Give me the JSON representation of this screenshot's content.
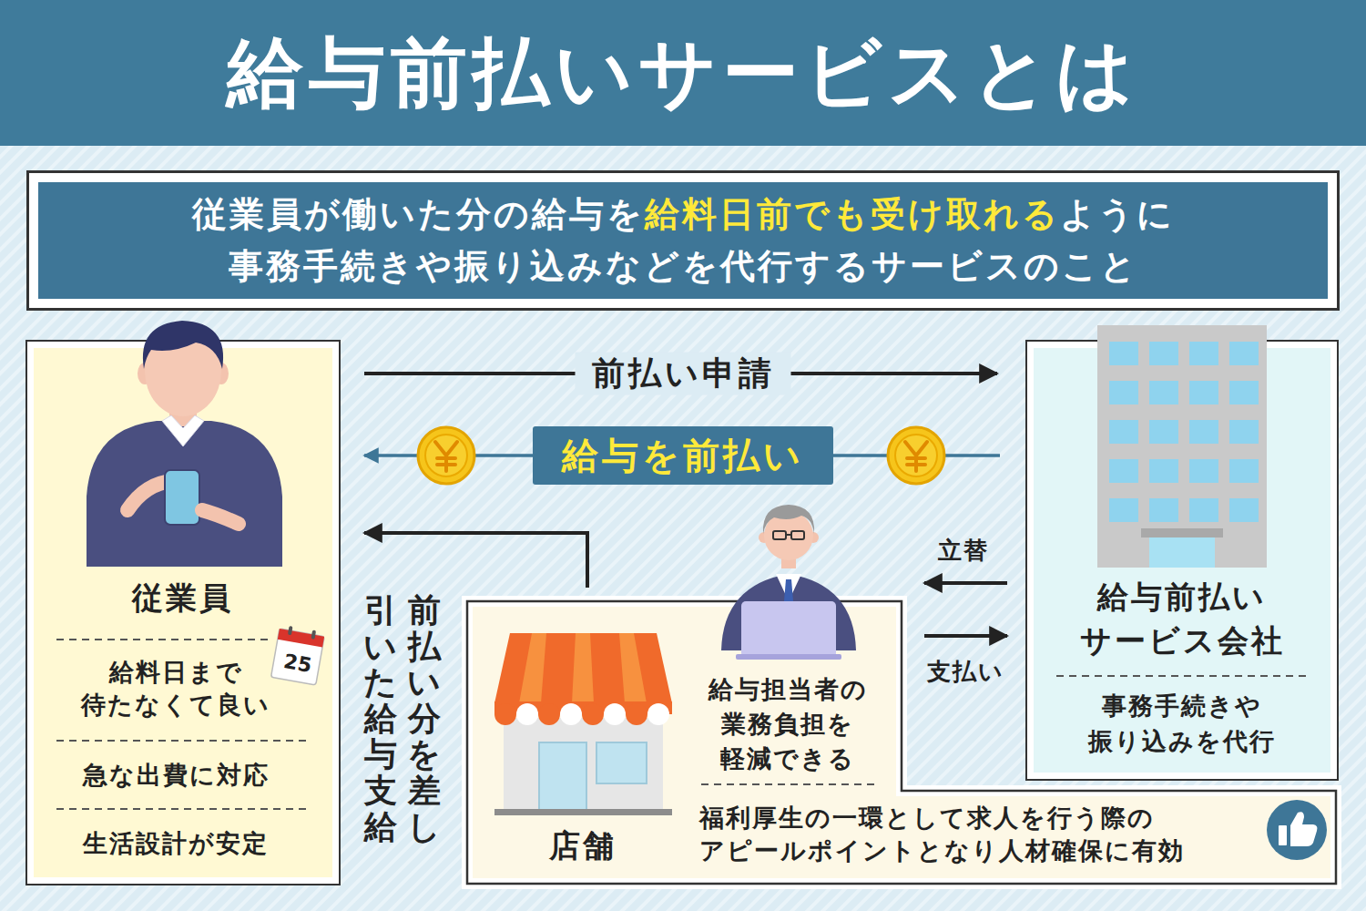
{
  "diagram": {
    "title": "給与前払いサービスとは",
    "nodes": [
      {
        "text": [
          "従業員が働いた分の給与を",
          "給料日前でも受け取れる",
          "ように",
          "事務手続きや振り込みなどを代行するサービスのこと"
        ]
      },
      {
        "text": [
          "従業員",
          "給料日まで 待たなくて良い",
          "急な出費に対応",
          "生活設計が安定"
        ]
      },
      {
        "text": [
          "給与前払い サービス会社",
          "事務手続きや 振り込みを代行"
        ]
      },
      {
        "text": [
          "店舗",
          "給与担当者の 業務負担を 軽減できる",
          "福利厚生の一環として求人を行う際の アピールポイントとなり人材確保に有効"
        ]
      }
    ],
    "edges": [
      {
        "from": 1,
        "to": 2,
        "arrow": "to",
        "label": "前払い申請"
      },
      {
        "from": 2,
        "to": 1,
        "arrow": "to",
        "label": "給与を前払い"
      },
      {
        "from": 3,
        "to": 1,
        "arrow": "to",
        "label": "前払い分を差し引いた給与支給"
      },
      {
        "from": 2,
        "to": 3,
        "arrow": "to",
        "label": "立替"
      },
      {
        "from": 3,
        "to": 2,
        "arrow": "to",
        "label": "支払い"
      }
    ],
    "labels": [
      "25"
    ]
  }
}
